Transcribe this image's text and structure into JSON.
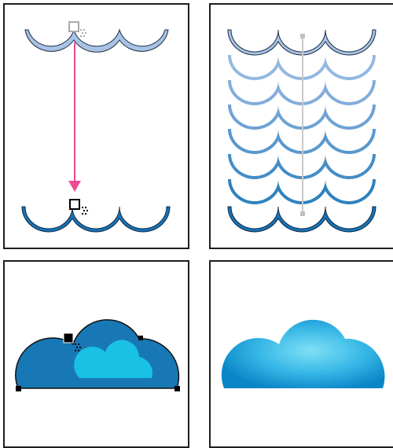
{
  "colors": {
    "panel_border": "#1e1e1e",
    "wave_light": "#a9c3e6",
    "wave_dark": "#1873b6",
    "wave_outline": "#1a2c3f",
    "blend_arrow": "#ec4a93",
    "spine": "#c9c9c9",
    "cloud_large": "#1878b5",
    "cloud_small": "#19c1e3",
    "gradient_light": "#7fe0f6",
    "gradient_dark": "#0a86c8"
  },
  "icons": {
    "blend_cursor": "blend-tool-cursor-icon",
    "anchor_point": "anchor-point-icon"
  },
  "panels": [
    {
      "step": "blend-endpoints",
      "start_shape": "light-wave",
      "end_shape": "dark-wave"
    },
    {
      "step": "blend-result",
      "intermediate_steps": 6,
      "total_waves": 8
    },
    {
      "step": "blend-cloud-endpoints",
      "start_shape": "large-cloud",
      "end_shape": "small-cloud"
    },
    {
      "step": "smooth-color-blend-result"
    }
  ]
}
